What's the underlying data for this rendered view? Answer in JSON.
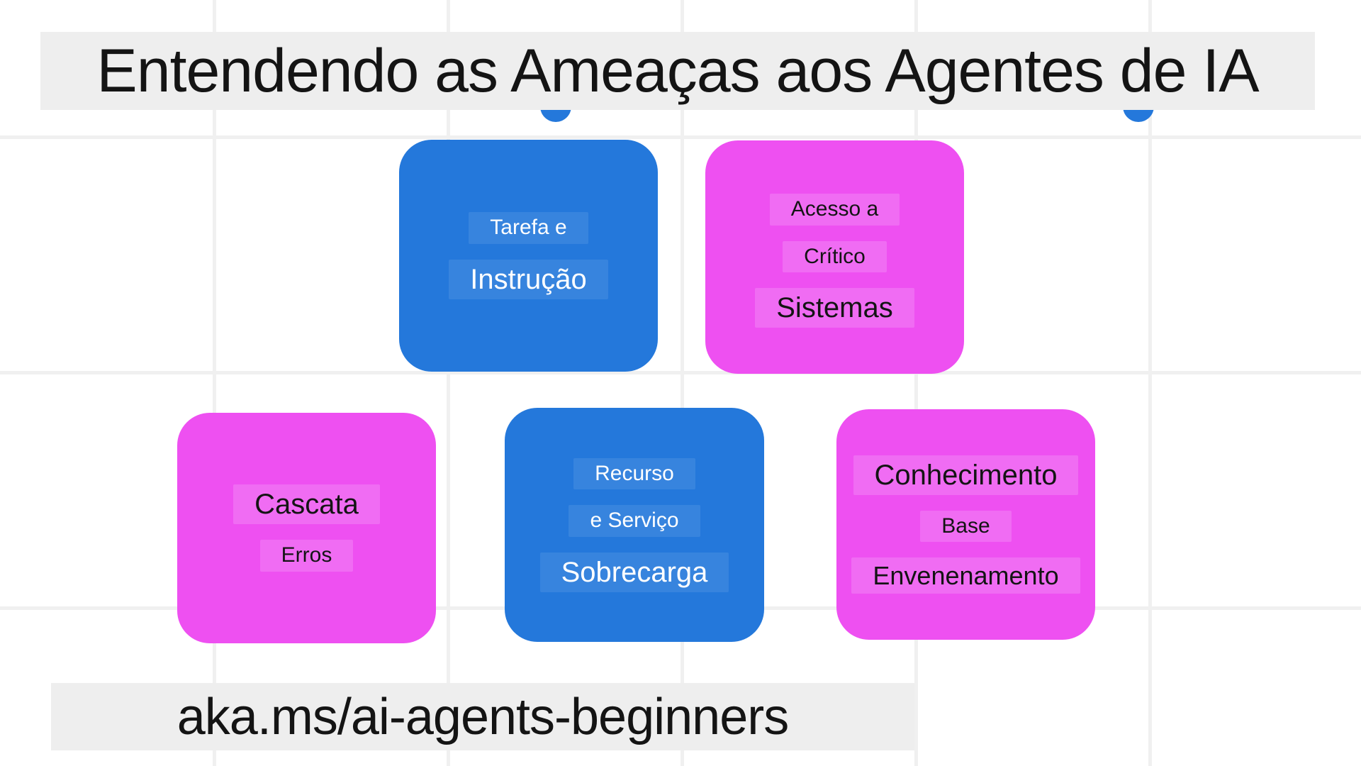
{
  "title": {
    "text": "Entendendo as Ameaças aos Agentes de IA"
  },
  "footer": {
    "text": "aka.ms/ai-agents-beginners"
  },
  "colors": {
    "blue": "#2478DB",
    "magenta": "#EE50F1",
    "strip_gray": "#EEEEEE",
    "grid_line": "#F0F0F0",
    "text_dark": "#141414",
    "text_light": "#FFFFFF"
  },
  "cards": [
    {
      "id": "task-instruction",
      "color": "blue",
      "lines": [
        {
          "text": "Tarefa e",
          "size": "sm"
        },
        {
          "text": "Instrução",
          "size": "lg"
        }
      ]
    },
    {
      "id": "critical-systems-access",
      "color": "magenta",
      "lines": [
        {
          "text": "Acesso a",
          "size": "sm"
        },
        {
          "text": "Crítico",
          "size": "sm"
        },
        {
          "text": "Sistemas",
          "size": "lg"
        }
      ]
    },
    {
      "id": "cascading-errors",
      "color": "magenta",
      "lines": [
        {
          "text": "Cascata",
          "size": "lg"
        },
        {
          "text": "Erros",
          "size": "sm"
        }
      ]
    },
    {
      "id": "resource-service-overload",
      "color": "blue",
      "lines": [
        {
          "text": "Recurso",
          "size": "sm"
        },
        {
          "text": "e Serviço",
          "size": "sm"
        },
        {
          "text": "Sobrecarga",
          "size": "lg"
        }
      ]
    },
    {
      "id": "knowledge-base-poisoning",
      "color": "magenta",
      "lines": [
        {
          "text": "Conhecimento",
          "size": "lg"
        },
        {
          "text": "Base",
          "size": "sm"
        },
        {
          "text": "Envenenamento",
          "size": "md"
        }
      ]
    }
  ]
}
